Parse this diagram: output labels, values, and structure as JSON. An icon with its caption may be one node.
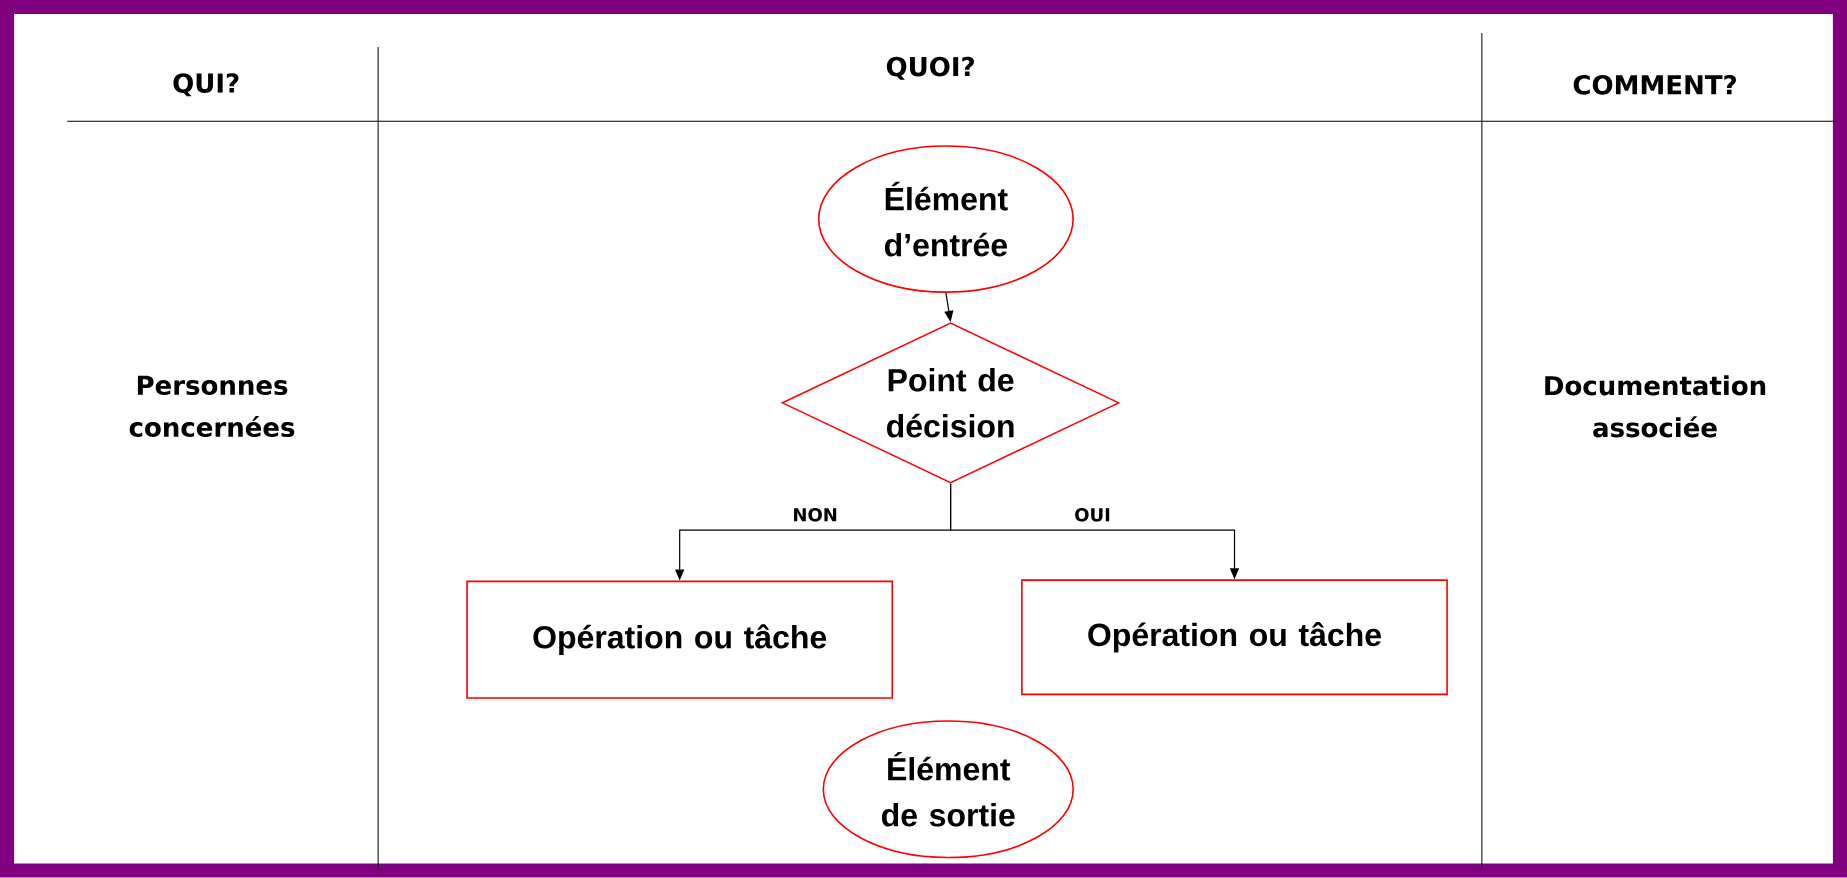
{
  "diagram": {
    "nodes": [
      {
        "text": [
          "Élément d’entrée"
        ]
      },
      {
        "text": [
          "Point de décision"
        ]
      },
      {
        "text": [
          "Opération ou tâche"
        ]
      },
      {
        "text": [
          "Opération ou tâche"
        ]
      },
      {
        "text": [
          "Élément de sortie"
        ]
      }
    ],
    "edges": [
      {
        "from": 0,
        "to": 1,
        "arrow": "to"
      },
      {
        "from": 1,
        "to": 2,
        "arrow": "to",
        "label": "NON"
      },
      {
        "from": 1,
        "to": 3,
        "arrow": "to",
        "label": "OUI"
      }
    ],
    "labels": [
      "QUI?",
      "QUOI?",
      "COMMENT?",
      "Personnes concernées",
      "Documentation associée"
    ]
  }
}
